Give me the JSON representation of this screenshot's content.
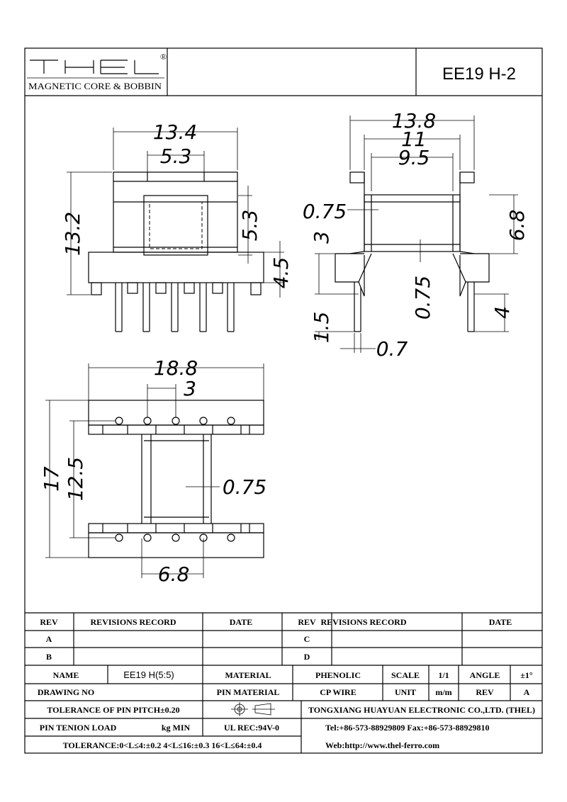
{
  "header": {
    "logo_text": "THEL",
    "logo_mark": "®",
    "logo_subtitle": "MAGNETIC CORE & BOBBIN",
    "part_number": "EE19 H-2"
  },
  "dimensions": {
    "top_view": {
      "width": "13.4",
      "window_width": "5.3",
      "height": "13.2",
      "window_height": "5.3",
      "flange_height": "4.5"
    },
    "side_view": {
      "width": "13.8",
      "inner_width": "11",
      "core_width": "9.5",
      "wall": "0.75",
      "height": "6.8",
      "flange": "3",
      "base_wall": "0.75",
      "pin_offset": "1.5",
      "pin_len": "4",
      "pin_dia": "0.7"
    },
    "bottom_view": {
      "width": "18.8",
      "pitch": "3",
      "overall": "17",
      "row_spacing": "12.5",
      "wall": "0.75",
      "core": "6.8"
    }
  },
  "title_block": {
    "rev_header": "REV",
    "revisions_header": "REVISIONS RECORD",
    "date_header": "DATE",
    "rev_a": "A",
    "rev_b": "B",
    "rev_c": "C",
    "rev_d": "D",
    "name_label": "NAME",
    "name_value": "EE19 H(5:5)",
    "material_label": "MATERIAL",
    "material_value": "PHENOLIC",
    "scale_label": "SCALE",
    "scale_value": "1/1",
    "angle_label": "ANGLE",
    "angle_value": "±1°",
    "drawing_no_label": "DRAWING NO",
    "pin_material_label": "PIN MATERIAL",
    "pin_material_value": "CP WIRE",
    "unit_label": "UNIT",
    "unit_value": "m/m",
    "rev_label": "REV",
    "rev_value": "A",
    "tolerance_pitch": "TOLERANCE OF PIN PITCH±0.20",
    "company": "TONGXIANG HUAYUAN ELECTRONIC CO.,LTD. (THEL)",
    "pin_tension": "PIN TENION LOAD",
    "kg_min": "kg MIN",
    "ul": "UL REC:94V-0",
    "tel_fax": "Tel:+86-573-88929809 Fax:+86-573-88929810",
    "tolerance": "TOLERANCE:0<L≤4:±0.2  4<L≤16:±0.3  16<L≤64:±0.4",
    "web": "Web:http://www.thel-ferro.com"
  }
}
